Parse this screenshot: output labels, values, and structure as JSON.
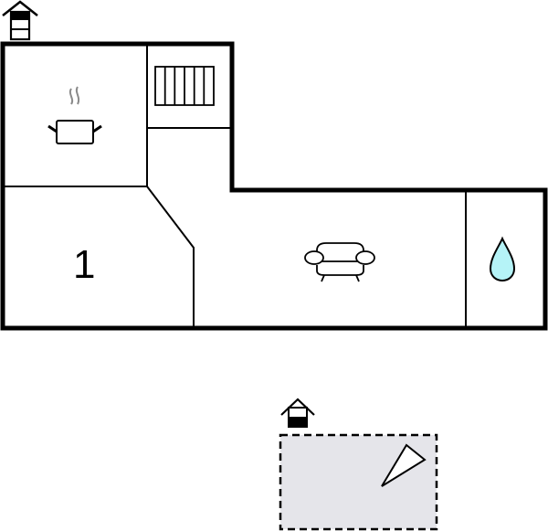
{
  "floorplan": {
    "colors": {
      "wall": "#000000",
      "background": "#ffffff",
      "water_drop_fill": "#b5f3f7",
      "steam": "#8a8a8a",
      "outdoor_area_fill": "#e5e5ea"
    },
    "entrance_icon_main": "house-entrance-icon",
    "rooms": [
      {
        "id": "kitchen",
        "icon": "cooking-pot-icon"
      },
      {
        "id": "utility",
        "icon": "radiator-icon"
      },
      {
        "id": "hallway",
        "icon": ""
      },
      {
        "id": "bedroom",
        "label": "1"
      },
      {
        "id": "living-room",
        "icon": "sofa-icon"
      },
      {
        "id": "bathroom",
        "icon": "water-drop-icon"
      }
    ],
    "outdoor": {
      "id": "terrace",
      "entrance_icon": "house-entrance-icon",
      "icon": "sun-lounger-icon"
    }
  }
}
